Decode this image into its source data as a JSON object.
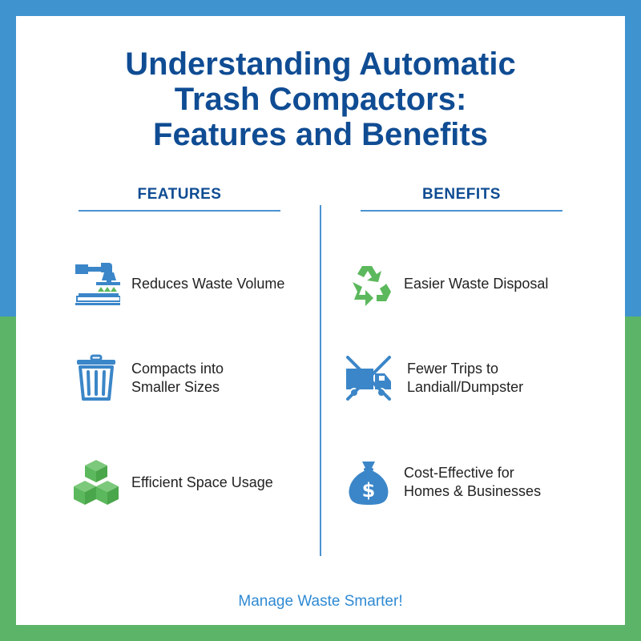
{
  "title": {
    "line1": "Understanding Automatic",
    "line2": "Trash Compactors:",
    "line3": "Features and Benefits"
  },
  "features": {
    "heading": "FEATURES",
    "items": [
      {
        "label": "Reduces Waste Volume",
        "icon": "compactor-press-icon"
      },
      {
        "label": "Compacts into\nSmaller Sizes",
        "icon": "trash-can-icon"
      },
      {
        "label": "Efficient Space Usage",
        "icon": "stacked-boxes-icon"
      }
    ]
  },
  "benefits": {
    "heading": "BENEFITS",
    "items": [
      {
        "label": "Easier Waste Disposal",
        "icon": "recycle-icon"
      },
      {
        "label": "Fewer Trips to\nLandiall/Dumpster",
        "icon": "crossed-truck-icon"
      },
      {
        "label": "Cost-Effective for\nHomes & Businesses",
        "icon": "money-bag-icon"
      }
    ]
  },
  "footer": "Manage Waste Smarter!",
  "colors": {
    "top_band": "#3f93cf",
    "bottom_band": "#5bb467",
    "title": "#0f4c93",
    "accent_blue": "#3b86c8",
    "accent_green": "#5cb85c"
  }
}
